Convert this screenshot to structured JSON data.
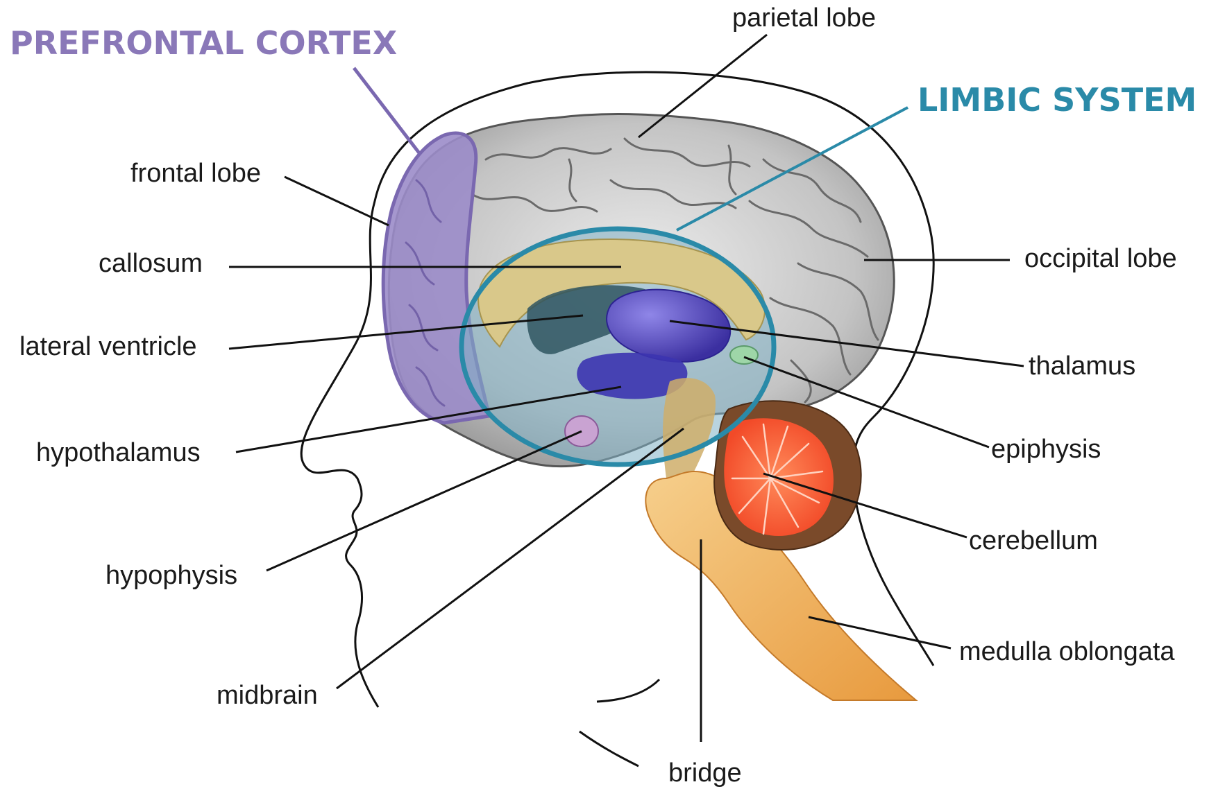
{
  "headings": {
    "prefrontal": "PREFRONTAL CORTEX",
    "limbic": "LIMBIC SYSTEM"
  },
  "labels": {
    "parietal_lobe": "parietal lobe",
    "frontal_lobe": "frontal lobe",
    "callosum": "callosum",
    "lateral_ventricle": "lateral ventricle",
    "hypothalamus": "hypothalamus",
    "hypophysis": "hypophysis",
    "midbrain": "midbrain",
    "bridge": "bridge",
    "occipital_lobe": "occipital lobe",
    "thalamus": "thalamus",
    "epiphysis": "epiphysis",
    "cerebellum": "cerebellum",
    "medulla_oblongata": "medulla oblongata"
  },
  "colors": {
    "prefrontal": "#8a78b8",
    "limbic": "#2a8aa8",
    "label_text": "#1a1a1a",
    "brain_gray": "#c8c8c8",
    "callosum": "#d9c88a",
    "ventricle": "#2f5560",
    "thalamus": "#4a3fb0",
    "cerebellum_outer": "#7a4a2a",
    "cerebellum_inner": "#ff6a40",
    "brainstem": "#f0b060"
  }
}
